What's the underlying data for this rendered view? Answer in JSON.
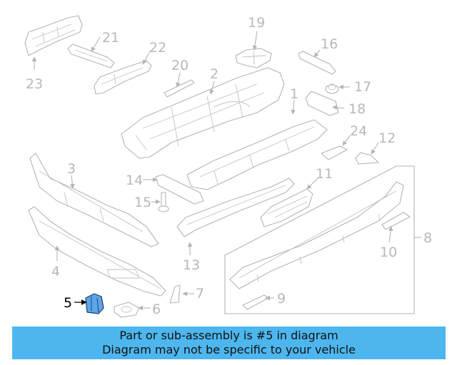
{
  "diagram": {
    "highlighted_part": "5",
    "callouts": [
      "1",
      "2",
      "3",
      "4",
      "5",
      "6",
      "7",
      "8",
      "9",
      "10",
      "11",
      "12",
      "13",
      "14",
      "15",
      "16",
      "17",
      "18",
      "19",
      "20",
      "21",
      "22",
      "23",
      "24"
    ]
  },
  "banner": {
    "line1": "Part or sub-assembly is #5 in diagram",
    "line2": "Diagram may not be specific to your vehicle"
  },
  "colors": {
    "banner_background": "#4eb6ee",
    "highlight_fill": "#5aa6e8",
    "line_gray": "#b4b4b4"
  }
}
